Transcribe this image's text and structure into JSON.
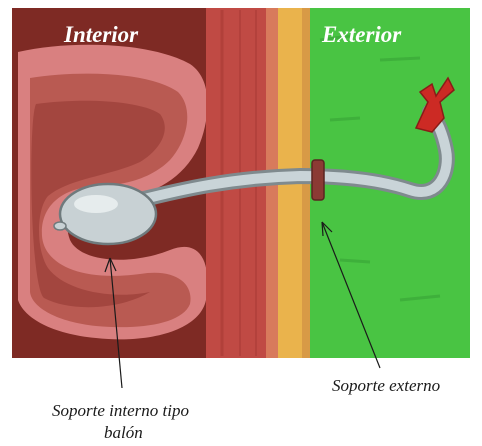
{
  "regions": {
    "interior_label": "Interior",
    "exterior_label": "Exterior"
  },
  "callouts": {
    "internal_support_line1": "Soporte interno tipo",
    "internal_support_line2": "balón",
    "external_support": "Soporte externo"
  },
  "colors": {
    "stomach_dark": "#7e2a24",
    "stomach_pink": "#d98080",
    "stomach_mid": "#b95a52",
    "muscle_layer": "#c04a44",
    "fat_layer": "#eab34c",
    "skin_green": "#49c443",
    "tube": "#b9c4c8",
    "tube_cap": "#cc2a24"
  }
}
